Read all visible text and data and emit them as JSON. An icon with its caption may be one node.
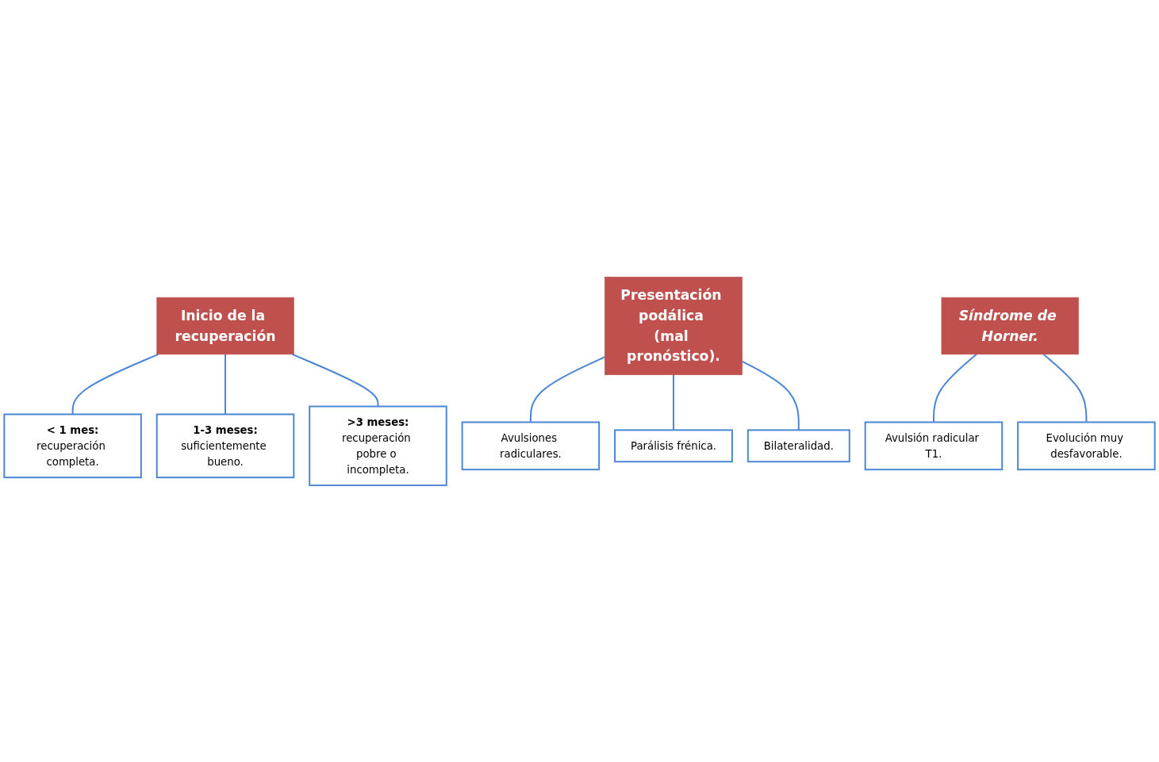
{
  "diagram": {
    "nodes": [
      {
        "text": [
          "Inicio de la recuperación"
        ]
      },
      {
        "text": [
          "< 1 mes:",
          "recuperación completa."
        ]
      },
      {
        "text": [
          "1-3 meses:",
          "suficientemente bueno."
        ]
      },
      {
        "text": [
          ">3 meses:",
          "recuperación pobre o incompleta."
        ]
      },
      {
        "text": [
          "Presentación **podálica** (mal pronóstico)."
        ]
      },
      {
        "text": [
          "Avulsiones radiculares."
        ]
      },
      {
        "text": [
          "Parálisis frénica."
        ]
      },
      {
        "text": [
          "Bilateralidad."
        ]
      },
      {
        "text": [
          "Síndrome de Horner."
        ]
      },
      {
        "text": [
          "Avulsión radicular T1."
        ]
      },
      {
        "text": [
          "Evolución muy desfavorable."
        ]
      }
    ],
    "edges": [
      {
        "from": 0,
        "to": 1,
        "arrow": "none"
      },
      {
        "from": 0,
        "to": 2,
        "arrow": "none"
      },
      {
        "from": 0,
        "to": 3,
        "arrow": "none"
      },
      {
        "from": 4,
        "to": 5,
        "arrow": "none"
      },
      {
        "from": 4,
        "to": 6,
        "arrow": "none"
      },
      {
        "from": 4,
        "to": 7,
        "arrow": "none"
      },
      {
        "from": 8,
        "to": 9,
        "arrow": "none"
      },
      {
        "from": 8,
        "to": 10,
        "arrow": "none"
      }
    ]
  }
}
